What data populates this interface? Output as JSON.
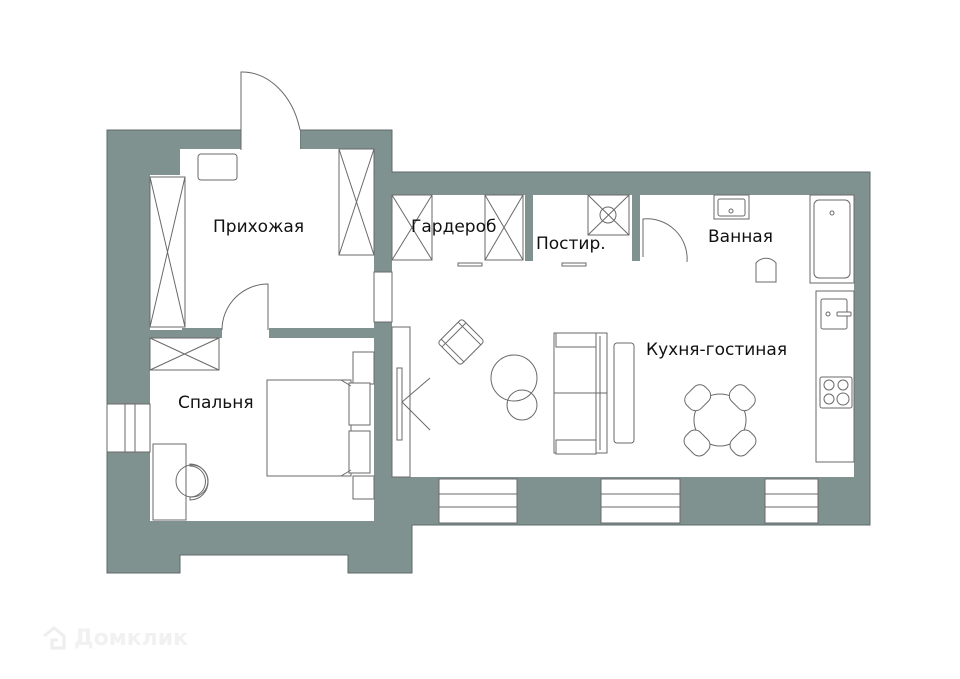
{
  "plan": {
    "colors": {
      "wall": "#80928f",
      "floor": "#ffffff",
      "line": "#6a6a6a",
      "text": "#111111"
    },
    "rooms": [
      {
        "id": "hallway",
        "label": "Прихожая"
      },
      {
        "id": "wardrobe",
        "label": "Гардероб"
      },
      {
        "id": "laundry",
        "label": "Постир."
      },
      {
        "id": "bathroom",
        "label": "Ванная"
      },
      {
        "id": "bedroom",
        "label": "Спальня"
      },
      {
        "id": "kitchen-living",
        "label": "Кухня-гостиная"
      }
    ]
  },
  "watermark": {
    "text": "Домклик",
    "icon": "house-logo-icon"
  }
}
